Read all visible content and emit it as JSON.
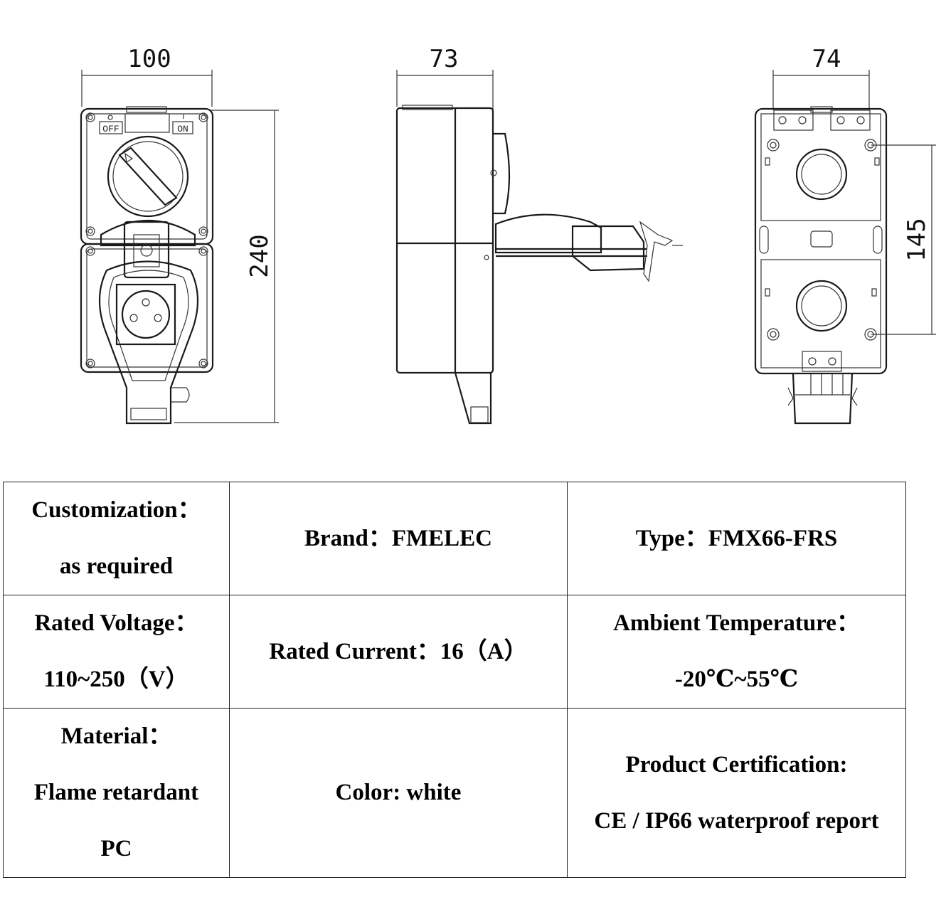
{
  "dimensions": {
    "front_width": "100",
    "height": "240",
    "side_depth": "73",
    "back_width": "74",
    "mount_spacing": "145"
  },
  "switch_labels": {
    "off": "OFF",
    "on": "ON"
  },
  "specs": [
    [
      {
        "lines": [
          "Customization：",
          "as required"
        ]
      },
      {
        "lines": [
          "Brand：FMELEC"
        ]
      },
      {
        "lines": [
          "Type：FMX66-FRS"
        ]
      }
    ],
    [
      {
        "lines": [
          "Rated Voltage：",
          "110~250（V）"
        ]
      },
      {
        "lines": [
          "Rated Current：16（A）"
        ]
      },
      {
        "lines": [
          "Ambient Temperature：",
          "-20℃~55℃"
        ]
      }
    ],
    [
      {
        "lines": [
          "Material：",
          "Flame retardant",
          "PC"
        ]
      },
      {
        "lines": [
          "Color: white"
        ]
      },
      {
        "lines": [
          "Product Certification:",
          "CE / IP66 waterproof report"
        ]
      }
    ]
  ]
}
